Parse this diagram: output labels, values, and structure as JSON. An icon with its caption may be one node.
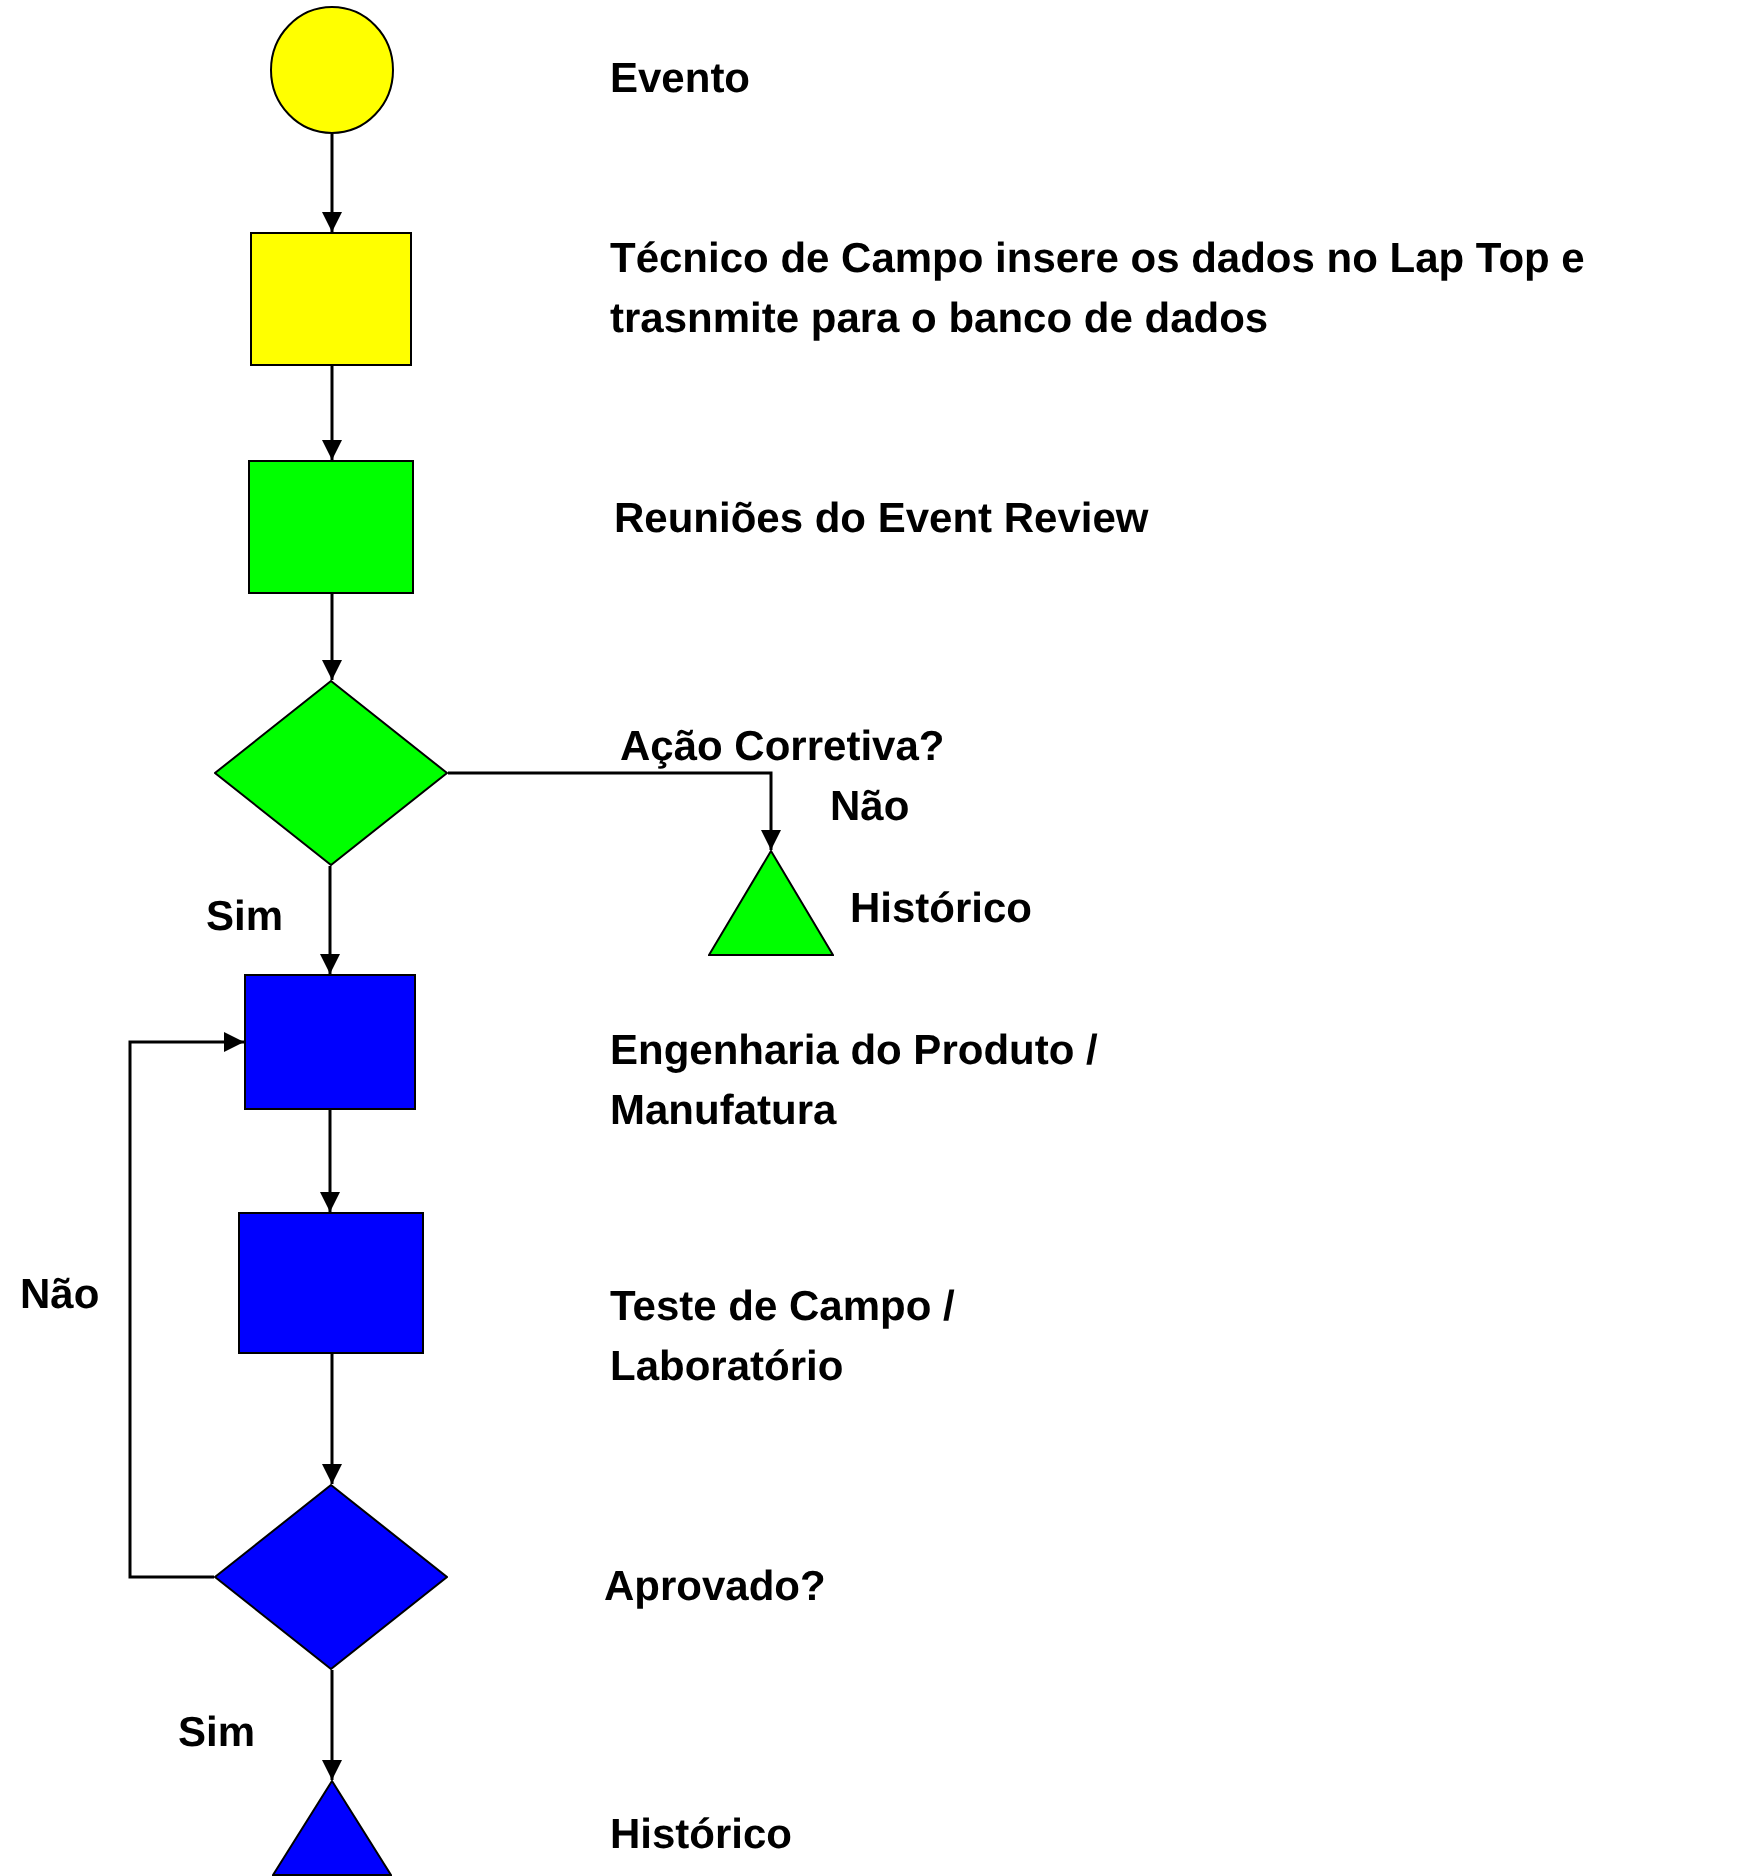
{
  "diagram": {
    "nodes": [
      {
        "text": [],
        "shape": "circle"
      },
      {
        "text": [],
        "shape": "box"
      },
      {
        "text": [],
        "shape": "box"
      },
      {
        "text": [],
        "shape": "diamond"
      },
      {
        "text": [],
        "shape": "triangle",
        "beside": [
          "Histórico"
        ]
      },
      {
        "text": [],
        "shape": "box"
      },
      {
        "text": [],
        "shape": "box"
      },
      {
        "text": [],
        "shape": "diamond",
        "beside": [
          "Aprovado?"
        ]
      },
      {
        "text": [],
        "shape": "triangle"
      }
    ],
    "edges": [
      {
        "from": 0,
        "to": 1,
        "arrow": "to"
      },
      {
        "from": 1,
        "to": 2,
        "arrow": "to"
      },
      {
        "from": 2,
        "to": 3,
        "arrow": "to"
      },
      {
        "from": 3,
        "to": 4,
        "arrow": "to",
        "label": "Não"
      },
      {
        "from": 3,
        "to": 5,
        "arrow": "to",
        "label": "Sim"
      },
      {
        "from": 5,
        "to": 6,
        "arrow": "to"
      },
      {
        "from": 6,
        "to": 7,
        "arrow": "to"
      },
      {
        "from": 7,
        "to": 5,
        "arrow": "to",
        "label": "Não"
      },
      {
        "from": 7,
        "to": 8,
        "arrow": "to",
        "label": "Sim"
      }
    ],
    "labels": [
      "Evento",
      "Técnico de Campo insere os dados no Lap Top e trasnmite para o banco de dados",
      "Reuniões do Event Review",
      "Ação Corretiva?",
      "Engenharia do Produto / Manufatura",
      "Teste de Campo / Laboratório",
      "Histórico"
    ]
  }
}
